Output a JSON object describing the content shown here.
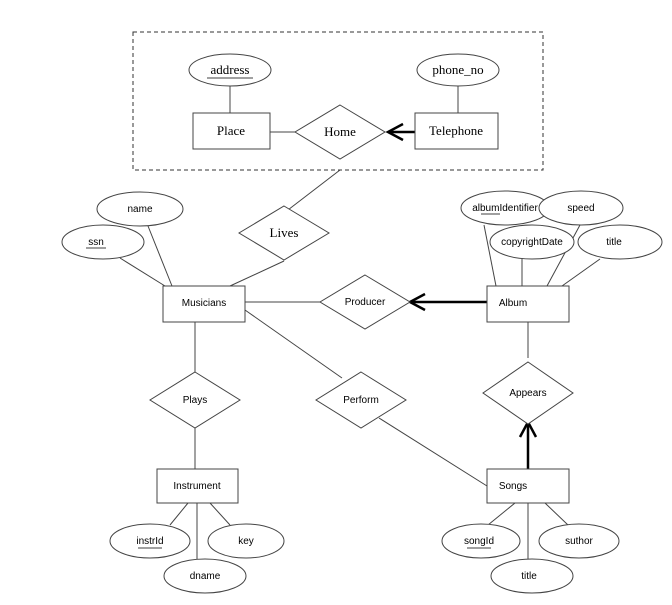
{
  "aggregation": {
    "entities": {
      "place": "Place",
      "telephone": "Telephone"
    },
    "relationship": {
      "home": "Home"
    },
    "attributes": {
      "address": "address",
      "phone_no": "phone_no"
    }
  },
  "entities": {
    "musicians": "Musicians",
    "album": "Album",
    "instrument": "Instrument",
    "songs": "Songs"
  },
  "relationships": {
    "lives": "Lives",
    "producer": "Producer",
    "plays": "Plays",
    "perform": "Perform",
    "appears": "Appears"
  },
  "attributes": {
    "name": "name",
    "ssn": "ssn",
    "albumIdentifier": "albumIdentifier",
    "speed": "speed",
    "copyrightDate": "copyrightDate",
    "album_title": "title",
    "instrId": "instrId",
    "dname": "dname",
    "key": "key",
    "songId": "songId",
    "song_title": "title",
    "suthor": "suthor"
  },
  "colors": {
    "line": "#444444",
    "bold_arrow": "#000000",
    "background": "#ffffff"
  }
}
